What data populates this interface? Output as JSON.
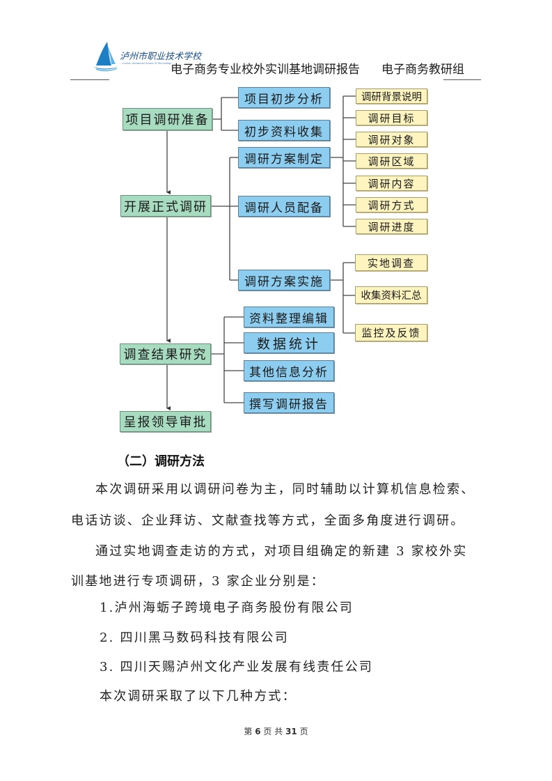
{
  "header": {
    "logo_text": "泸州市职业技术学校",
    "logo_subtext": "Luzhou Vocational School Of Technology",
    "title": "电子商务专业校外实训基地调研报告",
    "group": "电子商务教研组"
  },
  "flowchart": {
    "stages": [
      {
        "label": "项目调研准备"
      },
      {
        "label": "开展正式调研"
      },
      {
        "label": "调查结果研究"
      },
      {
        "label": "呈报领导审批"
      }
    ],
    "prep_steps": [
      "项目初步分析",
      "初步资料收集"
    ],
    "formal_steps": [
      "调研方案制定",
      "调研人员配备",
      "调研方案实施"
    ],
    "plan_items": [
      "调研背景说明",
      "调研目标",
      "调研对象",
      "调研区域",
      "调研内容",
      "调研方式",
      "调研进度"
    ],
    "implement_items": [
      "实地调查",
      "收集资料汇总",
      "监控及反馈"
    ],
    "result_steps": [
      "资料整理编辑",
      "数据统计",
      "其他信息分析",
      "撰写调研报告"
    ],
    "colors": {
      "stage": "#a8dcc0",
      "step": "#8ccdf0",
      "item": "#fdf4bf",
      "line": "#444444"
    }
  },
  "section": {
    "title": "（二）调研方法",
    "paragraphs": [
      "本次调研采用以调研问卷为主，同时辅助以计算机信息检索、",
      "电话访谈、企业拜访、文献查找等方式，全面多角度进行调研。",
      "通过实地调查走访的方式，对项目组确定的新建 3 家校外实",
      "训基地进行专项调研，3 家企业分别是："
    ],
    "companies": [
      "1.泸州海蛎子跨境电子商务股份有限公司",
      "2. 四川黑马数码科技有限公司",
      "3. 四川天赐泸州文化产业发展有线责任公司"
    ],
    "closing": "本次调研采取了以下几种方式："
  },
  "footer": {
    "prefix": "第",
    "page": "6",
    "middle": "页 共",
    "total": "31",
    "suffix": "页"
  }
}
